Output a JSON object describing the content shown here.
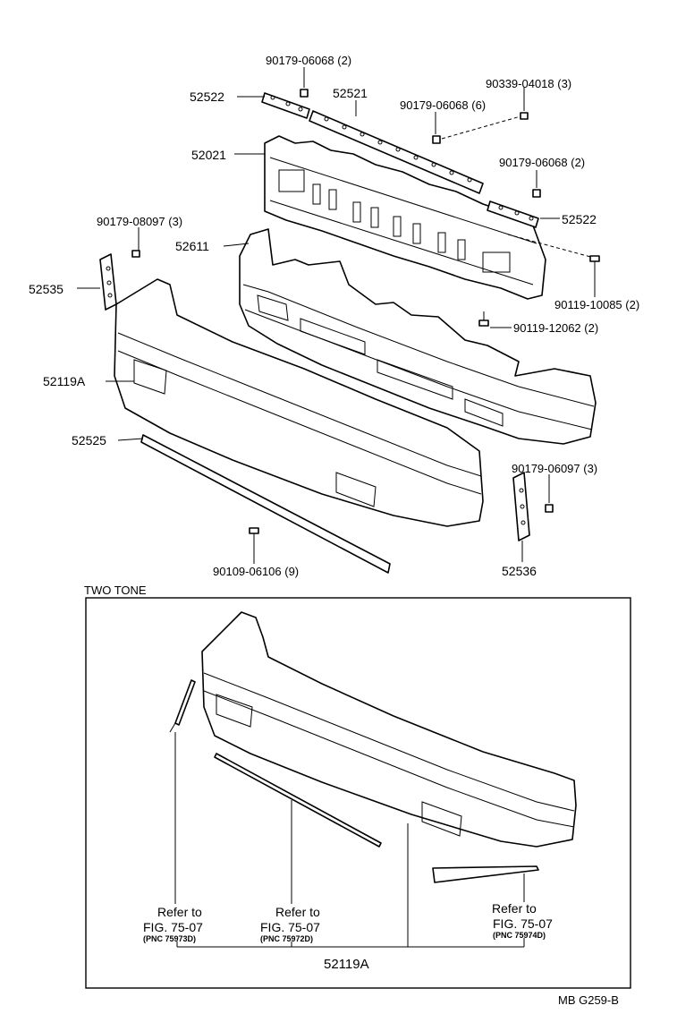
{
  "parts": {
    "p52522_top": "52522",
    "p52521": "52521",
    "p52021": "52021",
    "p52522_right": "52522",
    "p52611": "52611",
    "p52535": "52535",
    "p52119A": "52119A",
    "p52525": "52525",
    "p52536": "52536",
    "p52119A_bottom": "52119A"
  },
  "fasteners": {
    "f1": "90179-06068 (2)",
    "f2": "90339-04018 (3)",
    "f3": "90179-06068 (6)",
    "f4": "90179-06068 (2)",
    "f5": "90179-08097 (3)",
    "f6": "90119-10085 (2)",
    "f7": "90119-12062 (2)",
    "f8": "90179-06097 (3)",
    "f9": "90109-06106 (9)"
  },
  "two_tone": {
    "title": "TWO  TONE",
    "refs": [
      {
        "line1": "Refer to",
        "line2": "FIG. 75-07",
        "pnc": "(PNC 75973D)"
      },
      {
        "line1": "Refer to",
        "line2": "FIG. 75-07",
        "pnc": "(PNC 75972D)"
      },
      {
        "line1": "Refer to",
        "line2": "FIG. 75-07",
        "pnc": "(PNC 75974D)"
      }
    ]
  },
  "footer": {
    "code": "MB  G259-B"
  }
}
